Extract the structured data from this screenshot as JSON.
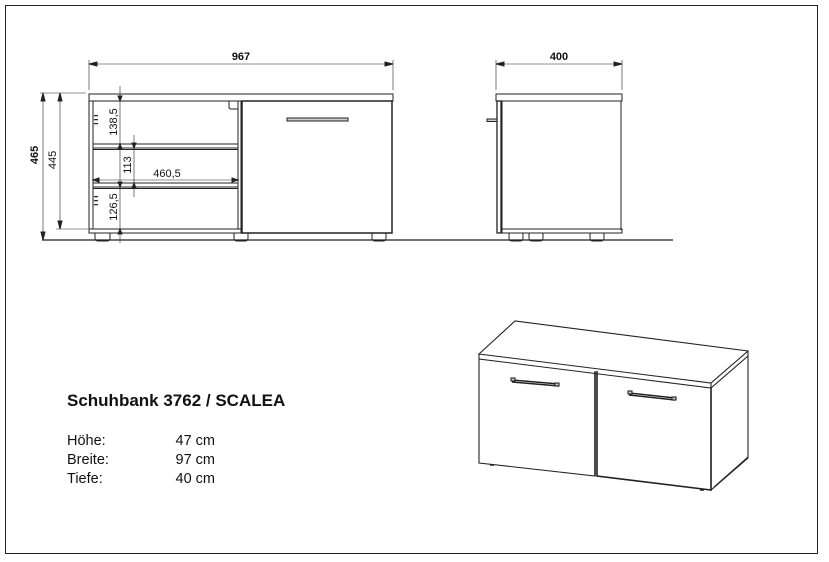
{
  "product": {
    "title": "Schuhbank 3762 / SCALEA",
    "specs": [
      {
        "label": "Höhe:",
        "value": "47 cm"
      },
      {
        "label": "Breite:",
        "value": "97 cm"
      },
      {
        "label": "Tiefe:",
        "value": "40 cm"
      }
    ]
  },
  "front_view": {
    "width_dim": "967",
    "total_height_dim": "465",
    "body_height_dim": "445",
    "top_compartment_dim": "138,5",
    "middle_compartment_dim": "113",
    "bottom_compartment_dim": "126,5",
    "shelf_width_dim": "460,5"
  },
  "side_view": {
    "depth_dim": "400"
  },
  "colors": {
    "line": "#222222",
    "background": "#ffffff"
  }
}
